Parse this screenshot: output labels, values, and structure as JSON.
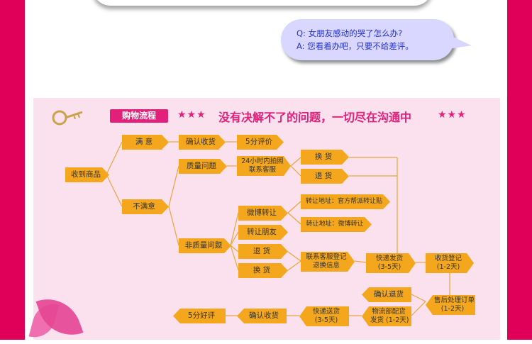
{
  "dialog": {
    "question": "Q: 女朋友感动的哭了怎么办?",
    "answer": "A: 您看着办吧，只要不给差评。"
  },
  "header": {
    "tag": "购物流程",
    "stars": "★★★",
    "slogan": "没有决解不了的问题，一切尽在沟通中"
  },
  "flow": {
    "receive": "收到商品",
    "satisfied": "满  意",
    "unsatisfied": "不满意",
    "confirm_receipt": "确认收货",
    "rate_5": "5分评价",
    "quality_issue": "质量问题",
    "photo_24h_line1": "24小时内拍照",
    "photo_24h_line2": "联系客服",
    "exchange_goods": "换  货",
    "return_goods": "退  货",
    "non_quality_issue": "非质量问题",
    "weibo_resell": "微博转让",
    "resell_friend": "转让朋友",
    "return": "退  货",
    "exchange": "换  货",
    "transfer_addr_official": "转让地址：官方帮派转让贴",
    "transfer_addr_weibo": "转让地址：微博转让",
    "contact_cs_line1": "联系客服登记",
    "contact_cs_line2": "退换信息",
    "express_line1": "快递发货",
    "express_line2": "(3-5天)",
    "receive_register_line1": "收货登记",
    "receive_register_line2": "(1-2天)",
    "confirm_return": "确认退货",
    "after_sales_line1": "售后处理订单",
    "after_sales_line2": "(1-2天)",
    "logistics_line1": "物流部配货",
    "logistics_line2": "发货 (1-2天)",
    "express_deliver_line1": "快递送货",
    "express_deliver_line2": "(3-5天)",
    "confirm_receipt_2": "确认收货",
    "good_review": "5分好评"
  }
}
